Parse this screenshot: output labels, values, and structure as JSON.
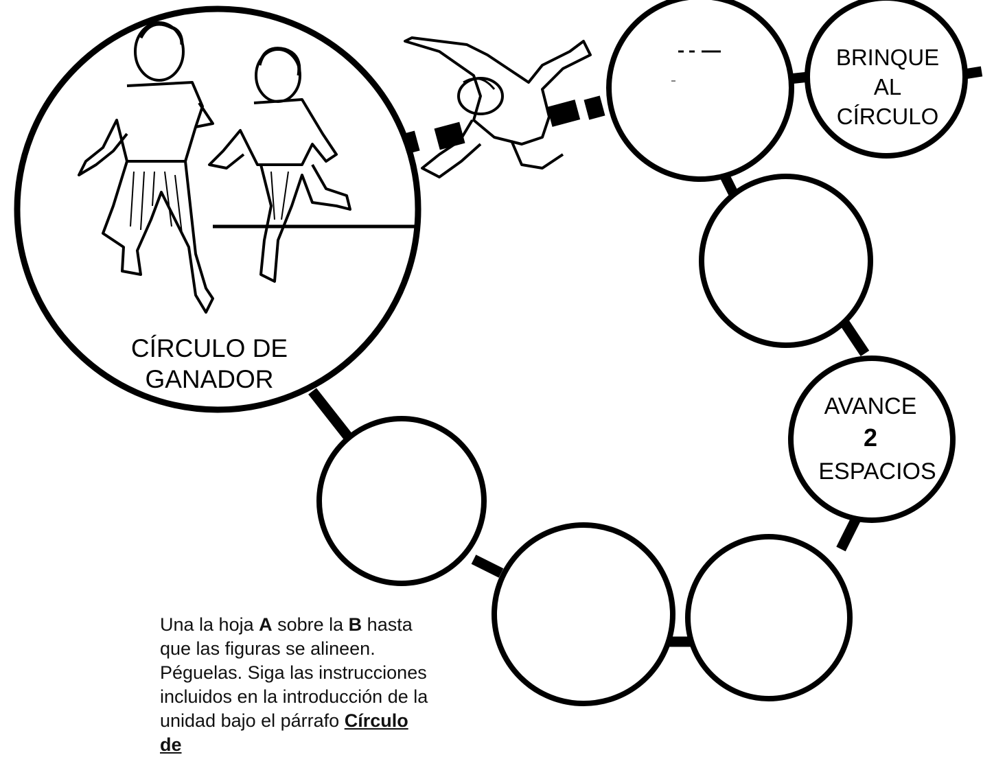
{
  "board": {
    "winner_circle": {
      "line1": "CÍRCULO DE",
      "line2": "GANADOR"
    },
    "jump_space": {
      "line1": "BRINQUE",
      "line2": "AL",
      "line3": "CÍRCULO"
    },
    "advance_space": {
      "line1": "AVANCE",
      "number": "2",
      "line3": "ESPACIOS"
    }
  },
  "instructions": {
    "part1": "Una la hoja ",
    "sheet_a": "A",
    "part2": " sobre la ",
    "sheet_b": "B",
    "part3": " hasta que las figuras se alineen.  Péguelas.  Siga las instrucciones incluidos en la introducción de la unidad bajo el párrafo ",
    "link_text": "Círculo de"
  }
}
